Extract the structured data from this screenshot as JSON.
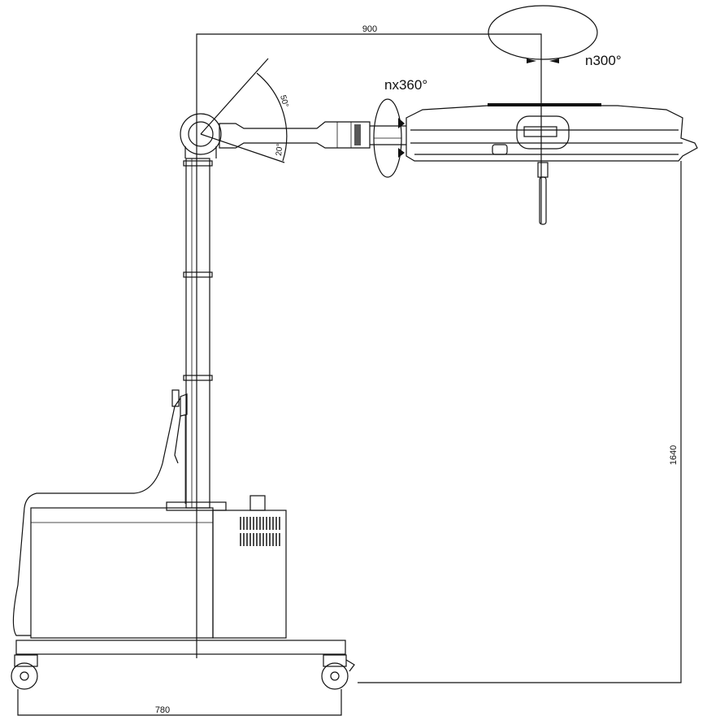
{
  "diagram": {
    "dimensions": {
      "arm_reach": "900",
      "height": "1640",
      "base_width": "780"
    },
    "rotations": {
      "head_rotation": "n300°",
      "arm_rotation": "nx360°"
    },
    "angles": {
      "up": "50°",
      "down": "20°"
    },
    "colors": {
      "line": "#111111",
      "background": "#ffffff"
    }
  }
}
